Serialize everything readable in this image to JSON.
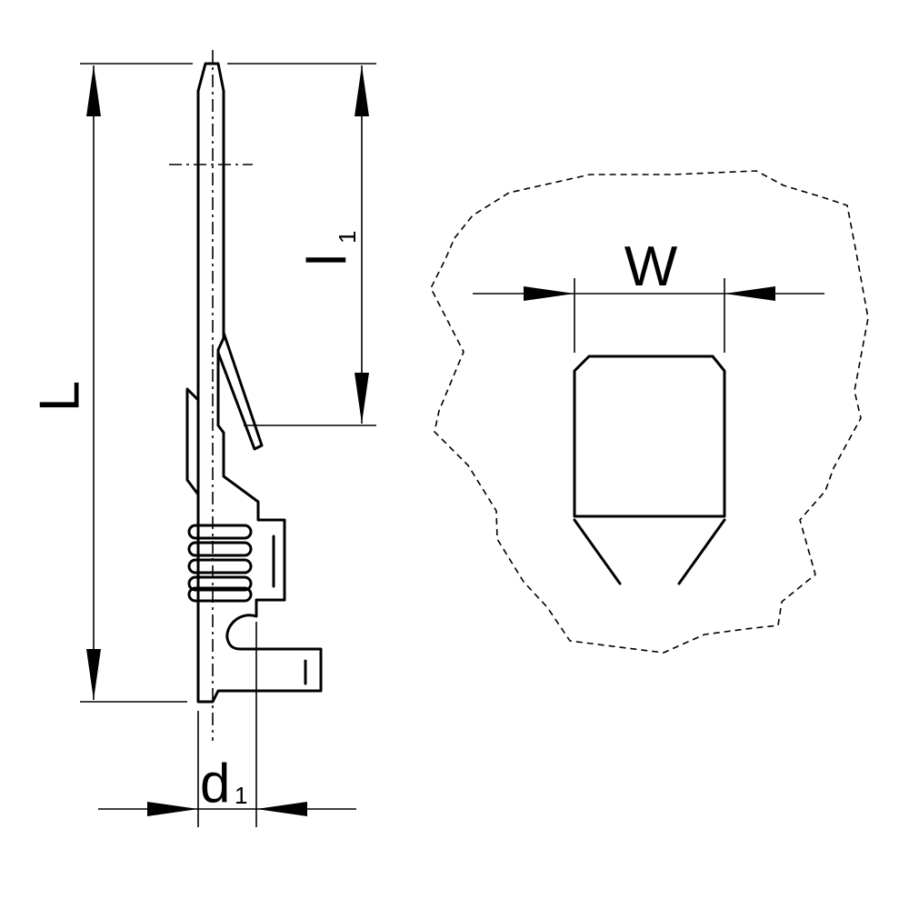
{
  "labels": {
    "length": "L",
    "pin_length_main": "l",
    "pin_length_sub": "1",
    "diameter_main": "d",
    "diameter_sub": "1",
    "width": "W"
  },
  "colors": {
    "line": "#000000",
    "background": "#ffffff"
  }
}
